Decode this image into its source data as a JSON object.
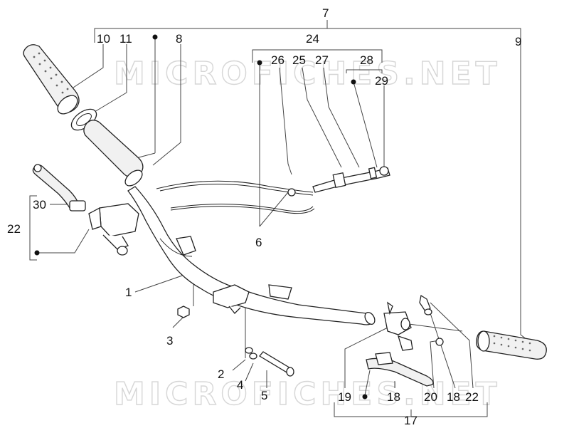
{
  "watermark": "MICROFICHES.NET",
  "callouts": {
    "c1": "1",
    "c2": "2",
    "c3": "3",
    "c4": "4",
    "c5": "5",
    "c6": "6",
    "c7": "7",
    "c8": "8",
    "c9": "9",
    "c10": "10",
    "c11": "11",
    "c17": "17",
    "c18a": "18",
    "c18b": "18",
    "c19": "19",
    "c20": "20",
    "c22a": "22",
    "c22b": "22",
    "c24": "24",
    "c25": "25",
    "c26": "26",
    "c27": "27",
    "c28": "28",
    "c29": "29",
    "c30": "30"
  },
  "colors": {
    "line": "#444444",
    "ink": "#222222",
    "watermark": "#d6d6d6",
    "dot": "#111111"
  }
}
